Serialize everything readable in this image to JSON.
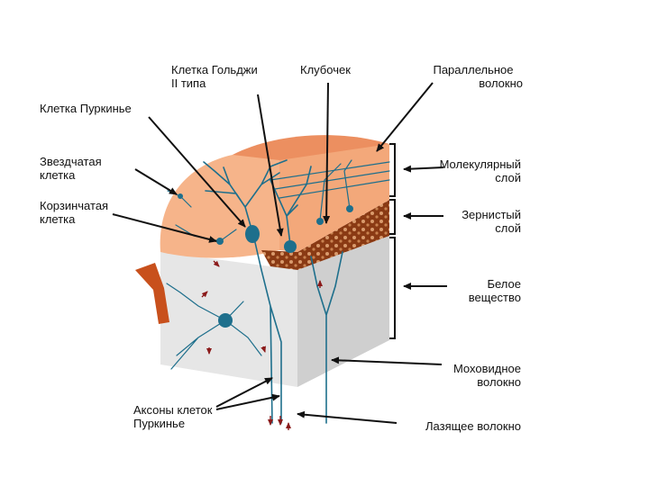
{
  "labels": {
    "golgi_cell": [
      "Клетка Гольджи",
      "II типа"
    ],
    "glomerulus": "Клубочек",
    "parallel_fiber": [
      "Параллельное",
      "волокно"
    ],
    "purkinje_cell": "Клетка Пуркинье",
    "stellate_cell": [
      "Звездчатая",
      "клетка"
    ],
    "basket_cell": [
      "Корзинчатая",
      "клетка"
    ],
    "molecular_layer": [
      "Молекулярный",
      "слой"
    ],
    "granular_layer": [
      "Зернистый",
      "слой"
    ],
    "white_matter": [
      "Белое",
      "вещество"
    ],
    "mossy_fiber": [
      "Моховидное",
      "волокно"
    ],
    "purkinje_axons": [
      "Аксоны клеток",
      "Пуркинье"
    ],
    "climbing_fiber": "Лазящее волокно"
  },
  "colors": {
    "molecular_layer": "#f6b48a",
    "molecular_top": "#ec8f60",
    "granular_layer": "#8a3a14",
    "white_matter": "#e6e6e6",
    "white_matter_side": "#cfcfcf",
    "neuron": "#1e6f8c",
    "arrow": "#8b1a1a",
    "line": "#111111"
  }
}
